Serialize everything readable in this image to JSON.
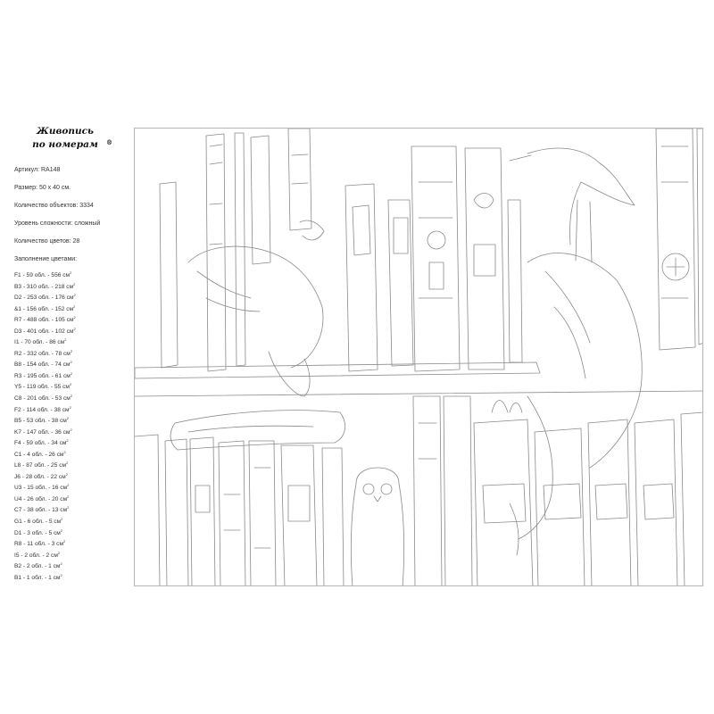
{
  "logo": {
    "line1": "Живопись",
    "line2": "по номерам",
    "reg": "®"
  },
  "meta": {
    "article": "Артикул: RA148",
    "size": "Размер: 50 х 40 см.",
    "objects": "Количество объектов: 3334",
    "difficulty": "Уровень сложности: сложный",
    "colors": "Количество цветов: 28",
    "fill_heading": "Заполнение цветами:"
  },
  "colors": {
    "line": "#8a8a8a",
    "frame": "#b5b5b5"
  },
  "fills": [
    "F1 - 59 обл. - 556 см",
    "B3 - 310 обл. - 218 см",
    "D2 - 253 обл. - 176 см",
    "&1 - 156 обл. - 152 см",
    "R7 - 488 обл. - 105 см",
    "D3 - 401 обл. - 102 см",
    "I1 - 70 обл. - 86 см",
    "R2 - 332 обл. - 78 см",
    "B8 - 154 обл. - 74 см",
    "R3 - 195 обл. - 61 см",
    "Y5 - 119 обл. - 55 см",
    "C8 - 201 обл. - 53 см",
    "F2 - 114 обл. - 38 см",
    "B5 - 53 обл. - 38 см",
    "K7 - 147 обл. - 36 см",
    "F4 - 59 обл. - 34 см",
    "C1 - 4 обл. - 26 см",
    "L8 - 87 обл. - 25 см",
    "J6 - 28 обл. - 22 см",
    "U3 - 15 обл. - 16 см",
    "U4 - 26 обл. - 20 см",
    "C7 - 38 обл. - 13 см",
    "G1 - 6 обл. - 5 см",
    "D1 - 3 обл. - 5 см",
    "R8 - 11 обл. - 3 см",
    "I5 - 2 обл. - 2 см",
    "B2 - 2 обл. - 1 см",
    "B1 - 1 обл. - 1 см"
  ]
}
